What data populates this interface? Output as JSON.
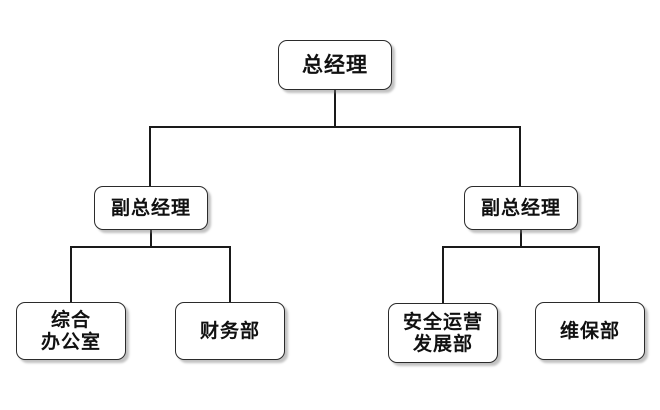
{
  "chart_data": {
    "type": "diagram",
    "subtype": "organization-chart",
    "title": "",
    "orientation": "top-down",
    "levels": 3,
    "nodes": [
      {
        "id": "ceo",
        "label": "总经理",
        "level": 1,
        "parent": null
      },
      {
        "id": "vp-left",
        "label": "副总经理",
        "level": 2,
        "parent": "ceo"
      },
      {
        "id": "vp-right",
        "label": "副总经理",
        "level": 2,
        "parent": "ceo"
      },
      {
        "id": "office",
        "label": "综合\n办公室",
        "level": 3,
        "parent": "vp-left"
      },
      {
        "id": "finance",
        "label": "财务部",
        "level": 3,
        "parent": "vp-left"
      },
      {
        "id": "safety",
        "label": "安全运营\n发展部",
        "level": 3,
        "parent": "vp-right"
      },
      {
        "id": "maint",
        "label": "维保部",
        "level": 3,
        "parent": "vp-right"
      }
    ],
    "edges": [
      {
        "from": "ceo",
        "to": "vp-left"
      },
      {
        "from": "ceo",
        "to": "vp-right"
      },
      {
        "from": "vp-left",
        "to": "office"
      },
      {
        "from": "vp-left",
        "to": "finance"
      },
      {
        "from": "vp-right",
        "to": "safety"
      },
      {
        "from": "vp-right",
        "to": "maint"
      }
    ],
    "style": {
      "background": "#ffffff",
      "node_fill": "#ffffff",
      "node_border": "#2b2b2b",
      "connector_color": "#1a1a1a",
      "text_color": "#111111",
      "node_shape": "rounded-rectangle",
      "shadow": true
    }
  },
  "chart": {
    "nodes": {
      "ceo": "总经理",
      "vp_left": "副总经理",
      "vp_right": "副总经理",
      "office": "综合\n办公室",
      "finance": "财务部",
      "safety": "安全运营\n发展部",
      "maintenance": "维保部"
    }
  }
}
